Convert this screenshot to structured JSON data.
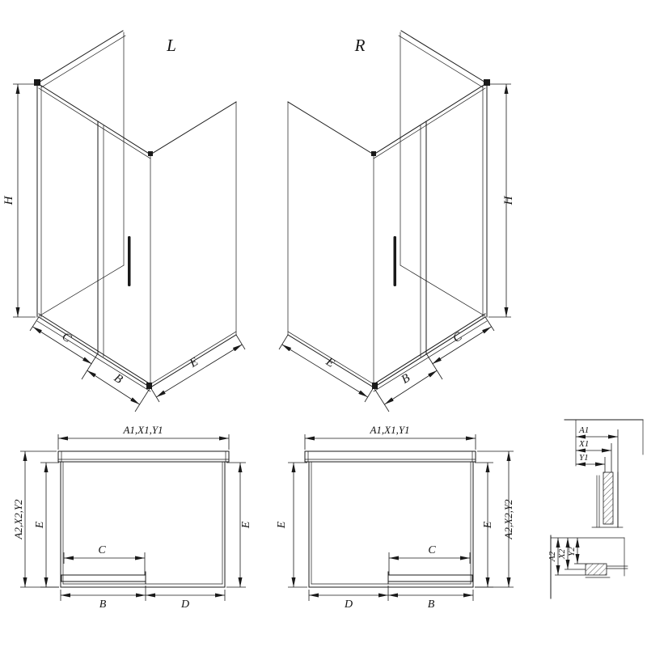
{
  "colors": {
    "line": "#1a1a1a",
    "background": "#ffffff"
  },
  "views": {
    "iso_left": {
      "label": "L",
      "h": "H",
      "c": "C",
      "b": "B",
      "e": "E"
    },
    "iso_right": {
      "label": "R",
      "h": "H",
      "c": "C",
      "b": "B",
      "e": "E"
    },
    "plan_left": {
      "top": "A1,X1,Y1",
      "left_outer": "A2,X2,Y2",
      "left_inner": "E",
      "right": "E",
      "c": "C",
      "b": "B",
      "d": "D"
    },
    "plan_right": {
      "top": "A1,X1,Y1",
      "left": "E",
      "right_inner": "E",
      "right_outer": "A2,X2,Y2",
      "c": "C",
      "b": "B",
      "d": "D"
    },
    "detail_top": {
      "a1": "A1",
      "x1": "X1",
      "y1": "Y1"
    },
    "detail_bottom": {
      "a2": "A2",
      "x2": "X2",
      "y2": "Y2"
    }
  }
}
